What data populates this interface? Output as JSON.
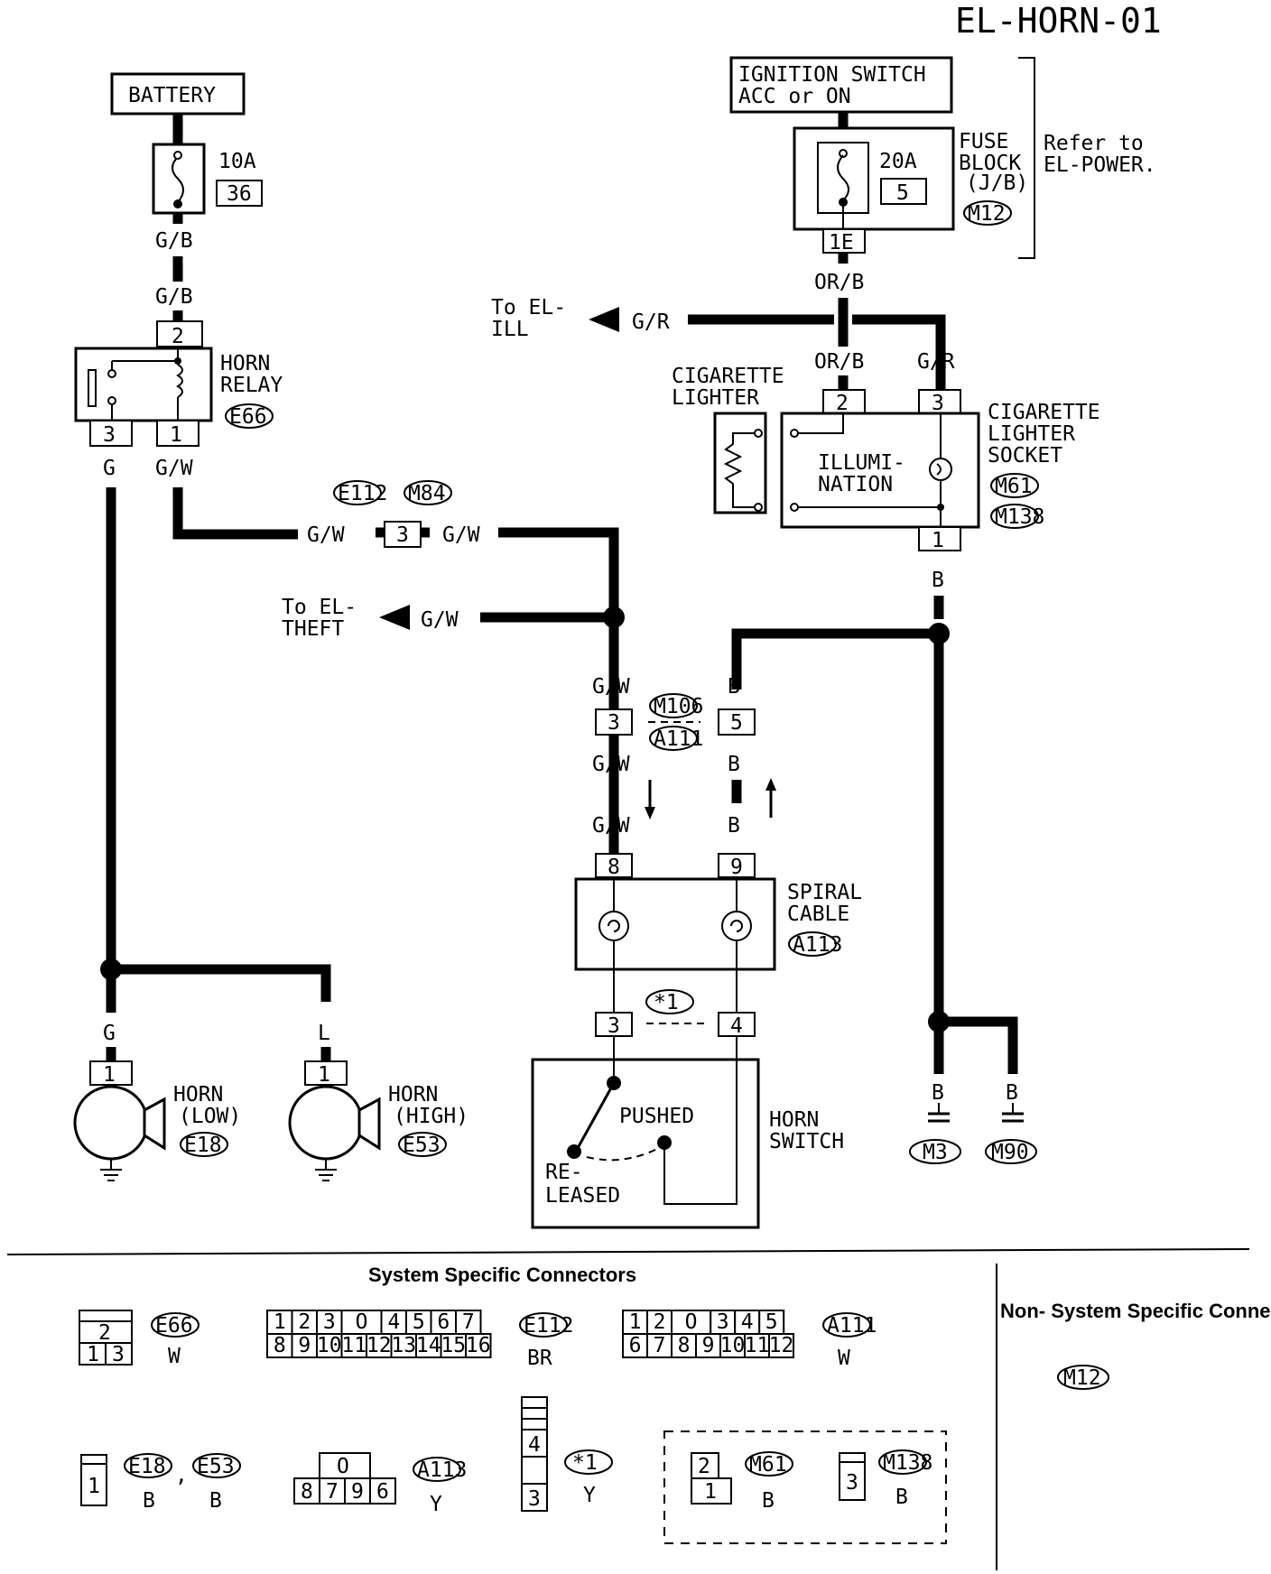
{
  "diagram_id": "EL-HORN-01",
  "components": {
    "battery": "BATTERY",
    "fuse_10a": {
      "rating": "10A",
      "number": "36"
    },
    "ignition_switch": [
      "IGNITION SWITCH",
      "ACC or ON"
    ],
    "fuse_20a": {
      "rating": "20A",
      "number": "5",
      "terminal": "1E"
    },
    "fuse_block": [
      "FUSE",
      "BLOCK",
      "(J/B)"
    ],
    "fuse_block_connector": "M12",
    "refer_to": [
      "Refer to",
      "EL-POWER."
    ],
    "horn_relay": {
      "label": [
        "HORN",
        "RELAY"
      ],
      "connector": "E66",
      "term_top": "2",
      "term_left": "3",
      "term_right": "1"
    },
    "to_ill": [
      "To EL-",
      "ILL"
    ],
    "to_theft": [
      "To EL-",
      "THEFT"
    ],
    "cig_lighter": [
      "CIGARETTE",
      "LIGHTER"
    ],
    "cig_socket": {
      "label": [
        "CIGARETTE",
        "LIGHTER",
        "SOCKET"
      ],
      "connectors": [
        "M61",
        "M138"
      ],
      "illumination": [
        "ILLUMI-",
        "NATION"
      ],
      "term_2": "2",
      "term_3": "3",
      "term_1": "1"
    },
    "inline_e112": {
      "connectors": [
        "E112",
        "M84"
      ],
      "terminal": "3"
    },
    "inline_m106": {
      "connectors": [
        "M106",
        "A111"
      ],
      "term_left": "3",
      "term_right": "5"
    },
    "spiral_cable": {
      "label": [
        "SPIRAL",
        "CABLE"
      ],
      "connector": "A113",
      "term_left": "8",
      "term_right": "9"
    },
    "star1": {
      "label": "*1",
      "term_left": "3",
      "term_right": "4"
    },
    "horn_switch": {
      "label": [
        "HORN",
        "SWITCH"
      ],
      "pushed": "PUSHED",
      "released": [
        "RE-",
        "LEASED"
      ]
    },
    "horn_low": {
      "label": [
        "HORN",
        "(LOW)"
      ],
      "connector": "E18",
      "terminal": "1"
    },
    "horn_high": {
      "label": [
        "HORN",
        "(HIGH)"
      ],
      "connector": "E53",
      "terminal": "1"
    },
    "grounds": [
      "M3",
      "M90"
    ]
  },
  "wires": {
    "g_b": "G/B",
    "or_b": "OR/B",
    "g_r": "G/R",
    "g": "G",
    "g_w": "G/W",
    "b": "B",
    "l": "L"
  },
  "connectors_section": {
    "title": "System Specific Connectors",
    "non_system_title": "Non- System Specific Connectors",
    "non_system": "M12",
    "e66": {
      "id": "E66",
      "color": "W",
      "top": [
        "2"
      ],
      "bottom": [
        "1",
        "3"
      ]
    },
    "e112": {
      "id": "E112",
      "color": "BR",
      "top": [
        "1",
        "2",
        "3",
        "O",
        "4",
        "5",
        "6",
        "7"
      ],
      "bottom": [
        "8",
        "9",
        "10",
        "11",
        "12",
        "13",
        "14",
        "15",
        "16"
      ]
    },
    "a111": {
      "id": "A111",
      "color": "W",
      "top": [
        "1",
        "2",
        "O",
        "3",
        "4",
        "5"
      ],
      "bottom": [
        "6",
        "7",
        "8",
        "9",
        "10",
        "11",
        "12"
      ]
    },
    "e18_e53": {
      "ids": [
        "E18",
        "E53"
      ],
      "colors": [
        "B",
        "B"
      ],
      "pin": "1",
      "sep": ","
    },
    "a113": {
      "id": "A113",
      "color": "Y",
      "top": [
        "O"
      ],
      "bottom": [
        "8",
        "7",
        "9",
        "6"
      ]
    },
    "star1": {
      "id": "*1",
      "color": "Y",
      "pins": [
        "4",
        "3"
      ]
    },
    "m61": {
      "id": "M61",
      "color": "B",
      "pins": [
        "2",
        "1"
      ]
    },
    "m138": {
      "id": "M138",
      "color": "B",
      "pins": [
        "3"
      ]
    }
  }
}
